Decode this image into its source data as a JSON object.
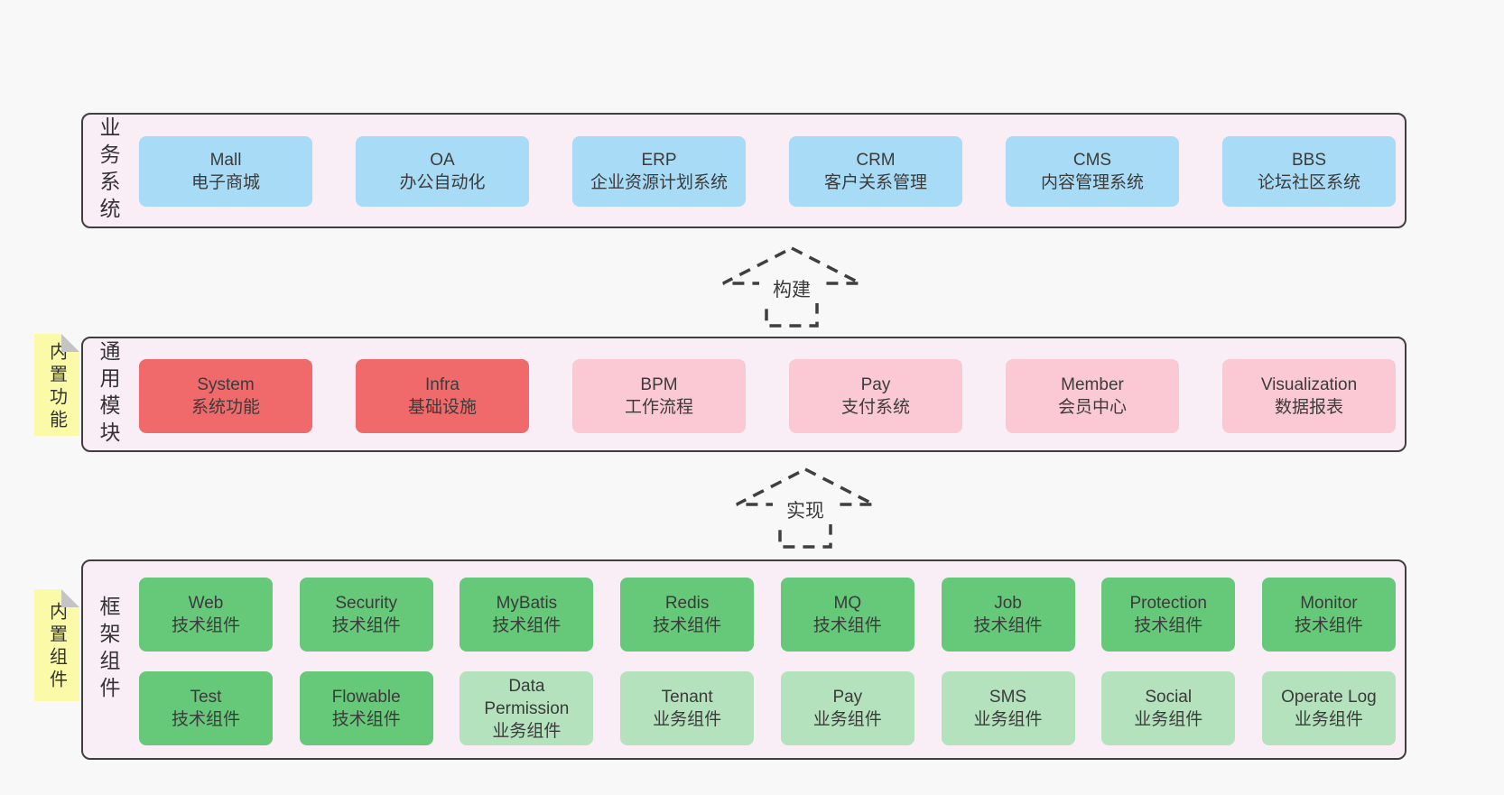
{
  "palette": {
    "page-bg": "#f8f8f8",
    "panel-bg": "#f9edf6",
    "panel-border": "#3f3f3f",
    "blue": "#a8dbf5",
    "red": "#f16a6b",
    "pink": "#fbc9d4",
    "green": "#66c879",
    "green-light": "#b3e2bd",
    "sticky-yellow": "#fbfaa8",
    "sticky-fold": "#c4c4c4",
    "text": "#3b3b3b"
  },
  "arrows": [
    {
      "label": "构建"
    },
    {
      "label": "实现"
    }
  ],
  "layers": [
    {
      "label": "业务系统",
      "items": [
        {
          "title": "Mall",
          "subtitle": "电子商城"
        },
        {
          "title": "OA",
          "subtitle": "办公自动化"
        },
        {
          "title": "ERP",
          "subtitle": "企业资源计划系统"
        },
        {
          "title": "CRM",
          "subtitle": "客户关系管理"
        },
        {
          "title": "CMS",
          "subtitle": "内容管理系统"
        },
        {
          "title": "BBS",
          "subtitle": "论坛社区系统"
        }
      ]
    },
    {
      "label": "通用模块",
      "note": "内置功能",
      "items": [
        {
          "title": "System",
          "subtitle": "系统功能"
        },
        {
          "title": "Infra",
          "subtitle": "基础设施"
        },
        {
          "title": "BPM",
          "subtitle": "工作流程"
        },
        {
          "title": "Pay",
          "subtitle": "支付系统"
        },
        {
          "title": "Member",
          "subtitle": "会员中心"
        },
        {
          "title": "Visualization",
          "subtitle": "数据报表"
        }
      ]
    },
    {
      "label": "框架组件",
      "note": "内置组件",
      "rows": [
        [
          {
            "title": "Web",
            "subtitle": "技术组件"
          },
          {
            "title": "Security",
            "subtitle": "技术组件"
          },
          {
            "title": "MyBatis",
            "subtitle": "技术组件"
          },
          {
            "title": "Redis",
            "subtitle": "技术组件"
          },
          {
            "title": "MQ",
            "subtitle": "技术组件"
          },
          {
            "title": "Job",
            "subtitle": "技术组件"
          },
          {
            "title": "Protection",
            "subtitle": "技术组件"
          },
          {
            "title": "Monitor",
            "subtitle": "技术组件"
          }
        ],
        [
          {
            "title": "Test",
            "subtitle": "技术组件"
          },
          {
            "title": "Flowable",
            "subtitle": "技术组件"
          },
          {
            "title": "Data Permission",
            "subtitle": "业务组件"
          },
          {
            "title": "Tenant",
            "subtitle": "业务组件"
          },
          {
            "title": "Pay",
            "subtitle": "业务组件"
          },
          {
            "title": "SMS",
            "subtitle": "业务组件"
          },
          {
            "title": "Social",
            "subtitle": "业务组件"
          },
          {
            "title": "Operate Log",
            "subtitle": "业务组件"
          }
        ]
      ]
    }
  ]
}
